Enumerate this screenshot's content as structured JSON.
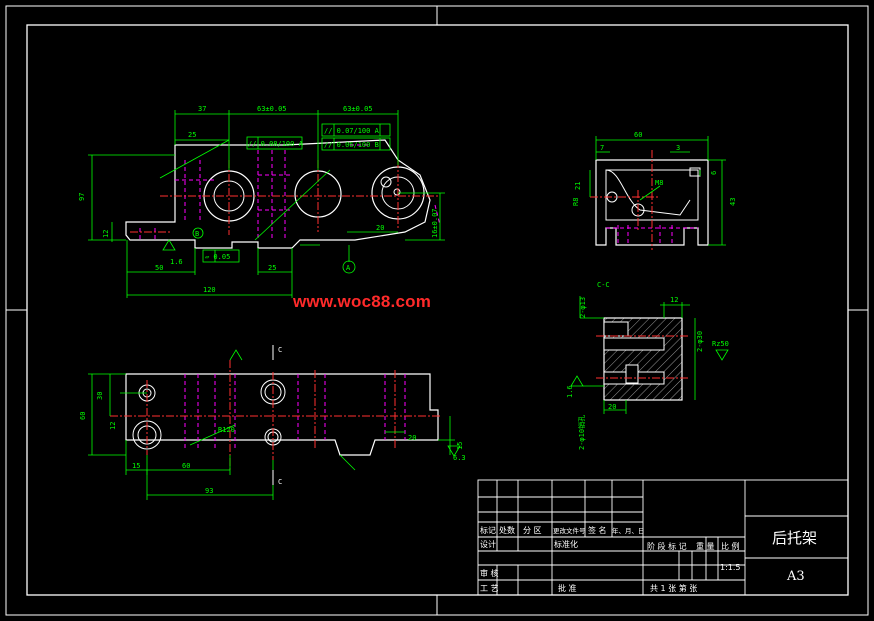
{
  "watermark": "www.woc88.com",
  "part_title": "后托架",
  "sheet_size": "A3",
  "scale": "1:1.5",
  "title_block": {
    "header_row": [
      "标记",
      "处数",
      "分 区",
      "更改文件号",
      "签 名",
      "年、月、日"
    ],
    "design": "设计",
    "standardization": "标准化",
    "stage_mark": "阶 段 标 记",
    "weight": "重 量",
    "scale_label": "比 例",
    "review": "审 核",
    "process": "工 艺",
    "approve": "批 准",
    "sheets": "共  1  张   第   张"
  },
  "colors": {
    "outline": "#ffffff",
    "dimension": "#00ff00",
    "centerline": "#ff3030",
    "hidden": "#ff00ff",
    "watermark": "#ff2a2a"
  },
  "front_view": {
    "dims_top": [
      "37",
      "63±0.05",
      "63±0.05"
    ],
    "dim_25": "25",
    "tol_1": "// 0.08/100  A",
    "tol_2": "// 0.07/100  A",
    "tol_3": "// 0.06/100  B",
    "dim_97": "97",
    "dim_12": "12",
    "dim_50": "50",
    "dim_25b": "25",
    "dim_120": "120",
    "dim_16": "16±0.07",
    "dim_20": "20",
    "roughness": "1.6",
    "flatness": "▱ 0.05",
    "datum_a": "A",
    "datum_b": "B"
  },
  "side_view": {
    "dim_60": "60",
    "dim_7": "7",
    "dim_3": "3",
    "dim_21": "21",
    "dim_6": "6",
    "dim_43": "43",
    "dim_m8": "M8",
    "dim_r8": "R8"
  },
  "section_view": {
    "label": "C-C",
    "dim_12": "12",
    "dim_20": "20",
    "dim_13": "2-φ13",
    "dim_30": "2-φ30",
    "dim_rz": "Rz50",
    "dim_16": "1.6",
    "dim_2x": "2-φ10销孔"
  },
  "top_view": {
    "dim_60": "60",
    "dim_15": "15",
    "dim_30": "30",
    "dim_93": "93",
    "dim_20": "20",
    "dim_12": "12",
    "dim_r": "R120",
    "cut_c": "C",
    "roughness": "6.3"
  }
}
